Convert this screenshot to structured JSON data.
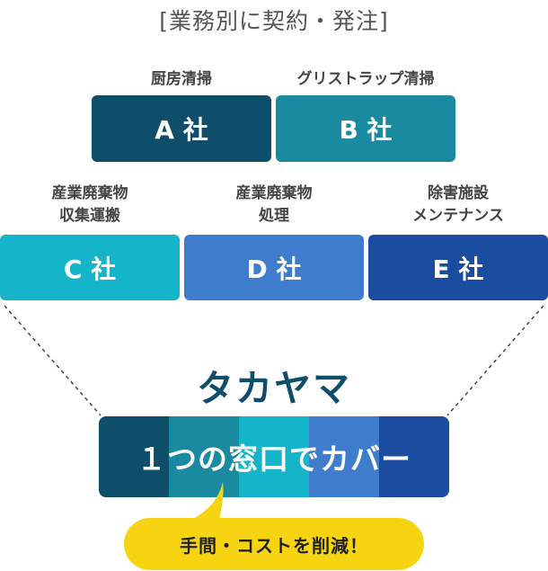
{
  "heading": "[業務別に契約・発注]",
  "categories": {
    "kitchen": "厨房清掃",
    "grease_trap": "グリストラップ清掃",
    "waste_collection_1": "産業廃棄物",
    "waste_collection_2": "収集運搬",
    "waste_processing_1": "産業廃棄物",
    "waste_processing_2": "処理",
    "facility_1": "除害施設",
    "facility_2": "メンテナンス"
  },
  "vendors": {
    "a": "A 社",
    "b": "B 社",
    "c": "C 社",
    "d": "D 社",
    "e": "E 社"
  },
  "brand": "タカヤマ",
  "bar_text": "１つの窓口でカバー",
  "callout": "手間・コストを削減！",
  "colors": {
    "a": "#0f4e6b",
    "b": "#1a8aa0",
    "c": "#14b4c9",
    "d": "#3f7ccc",
    "e": "#1a4ca0",
    "callout": "#f7d411"
  }
}
